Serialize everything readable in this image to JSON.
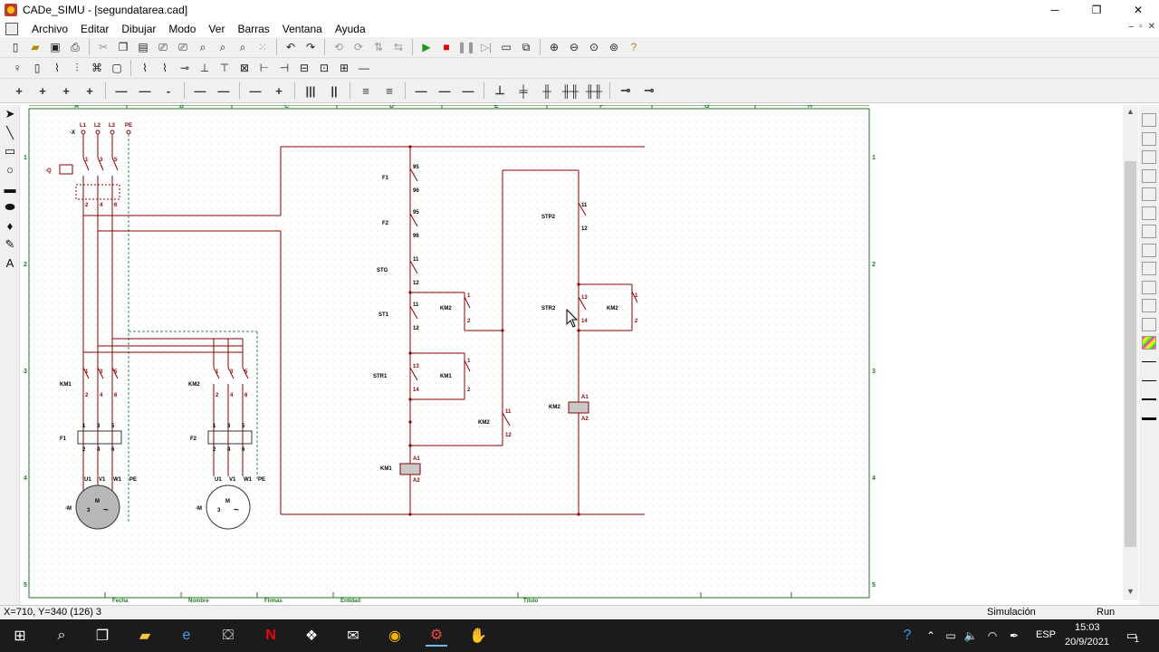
{
  "window": {
    "title": "CADe_SIMU - [segundatarea.cad]",
    "min": "─",
    "max": "❐",
    "close": "✕"
  },
  "mdi": {
    "min": "–",
    "restore": "▫",
    "close": "✕"
  },
  "menu": [
    "Archivo",
    "Editar",
    "Dibujar",
    "Modo",
    "Ver",
    "Barras",
    "Ventana",
    "Ayuda"
  ],
  "canvas": {
    "columns": [
      "A",
      "B",
      "C",
      "D",
      "E",
      "F",
      "G",
      "H"
    ],
    "rows": [
      "1",
      "2",
      "3",
      "4",
      "5"
    ],
    "footer": [
      "Fecha",
      "Nombre",
      "Firmas",
      "Entidad",
      "Título"
    ],
    "power": {
      "phases": [
        "L1",
        "L2",
        "L3",
        "PE"
      ],
      "q_label": "-Q",
      "km1": "KM1",
      "km2": "KM2",
      "f1": "F1",
      "f2": "F2",
      "term_top": [
        "1",
        "3",
        "5"
      ],
      "term_bot": [
        "2",
        "4",
        "6"
      ],
      "motor_terms": [
        "U1",
        "V1",
        "W1",
        "PE"
      ],
      "motor_label": "-M",
      "motor_m": "M",
      "motor_3": "3",
      "motor_tilde": "~"
    },
    "control": {
      "f1": "F1",
      "f2": "F2",
      "stg": "STG",
      "st1": "ST1",
      "str1": "STR1",
      "km2_a": "KM2",
      "km1_a": "KM1",
      "km2_nc": "KM2",
      "km1_coil": "KM1",
      "stp2": "STP2",
      "str2": "STR2",
      "km2_b": "KM2",
      "km2_coil": "KM2",
      "n95": "95",
      "n96": "96",
      "n11": "11",
      "n12": "12",
      "n13": "13",
      "n14": "14",
      "n1": "1",
      "n2": "2",
      "a1": "A1",
      "a2": "A2"
    }
  },
  "status": {
    "coords": "X=710, Y=340 (126) 3",
    "mode": "Simulación",
    "run": "Run"
  },
  "tray": {
    "lang": "ESP",
    "time": "15:03",
    "date": "20/9/2021",
    "notif": "1"
  },
  "palette": [
    "#000000",
    "#ffffff",
    "#a0a0a0",
    "#e0e0e0",
    "#800000",
    "#ff0000",
    "#808000",
    "#ffff00",
    "#008000",
    "#00ff00",
    "#008080",
    "#00ffff"
  ],
  "colors": {
    "wire": "#8b0000",
    "grid_green": "#1f7a1f",
    "coil": "#c8c8c8",
    "pe": "#2e8b57"
  }
}
